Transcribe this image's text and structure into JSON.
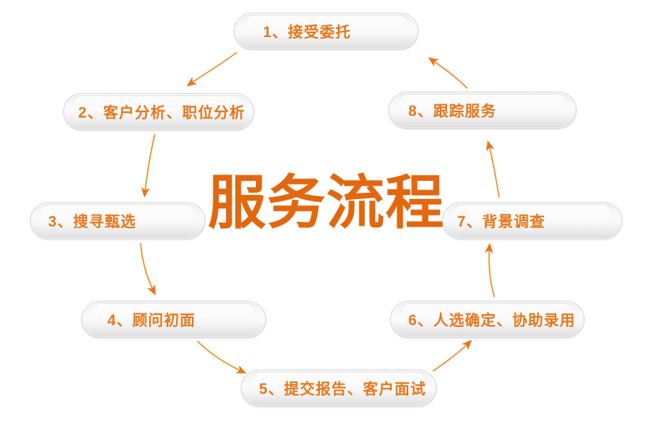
{
  "diagram": {
    "title": "服务流程",
    "title_color": "#e2670f",
    "accent_color": "#e8761b",
    "arrow_color": "#e8761b",
    "node_text_color": "#e8761b",
    "flow_direction": "counter-clockwise",
    "node_count": 8,
    "nodes": [
      {
        "id": "1",
        "label": "1、接受委托"
      },
      {
        "id": "2",
        "label": "2、客户分析、职位分析"
      },
      {
        "id": "3",
        "label": "3、搜寻甄选"
      },
      {
        "id": "4",
        "label": "4、顾问初面"
      },
      {
        "id": "5",
        "label": "5、提交报告、客户面试"
      },
      {
        "id": "6",
        "label": "6、人选确定、协助录用"
      },
      {
        "id": "7",
        "label": "7、背景调查"
      },
      {
        "id": "8",
        "label": "8、跟踪服务"
      }
    ]
  }
}
